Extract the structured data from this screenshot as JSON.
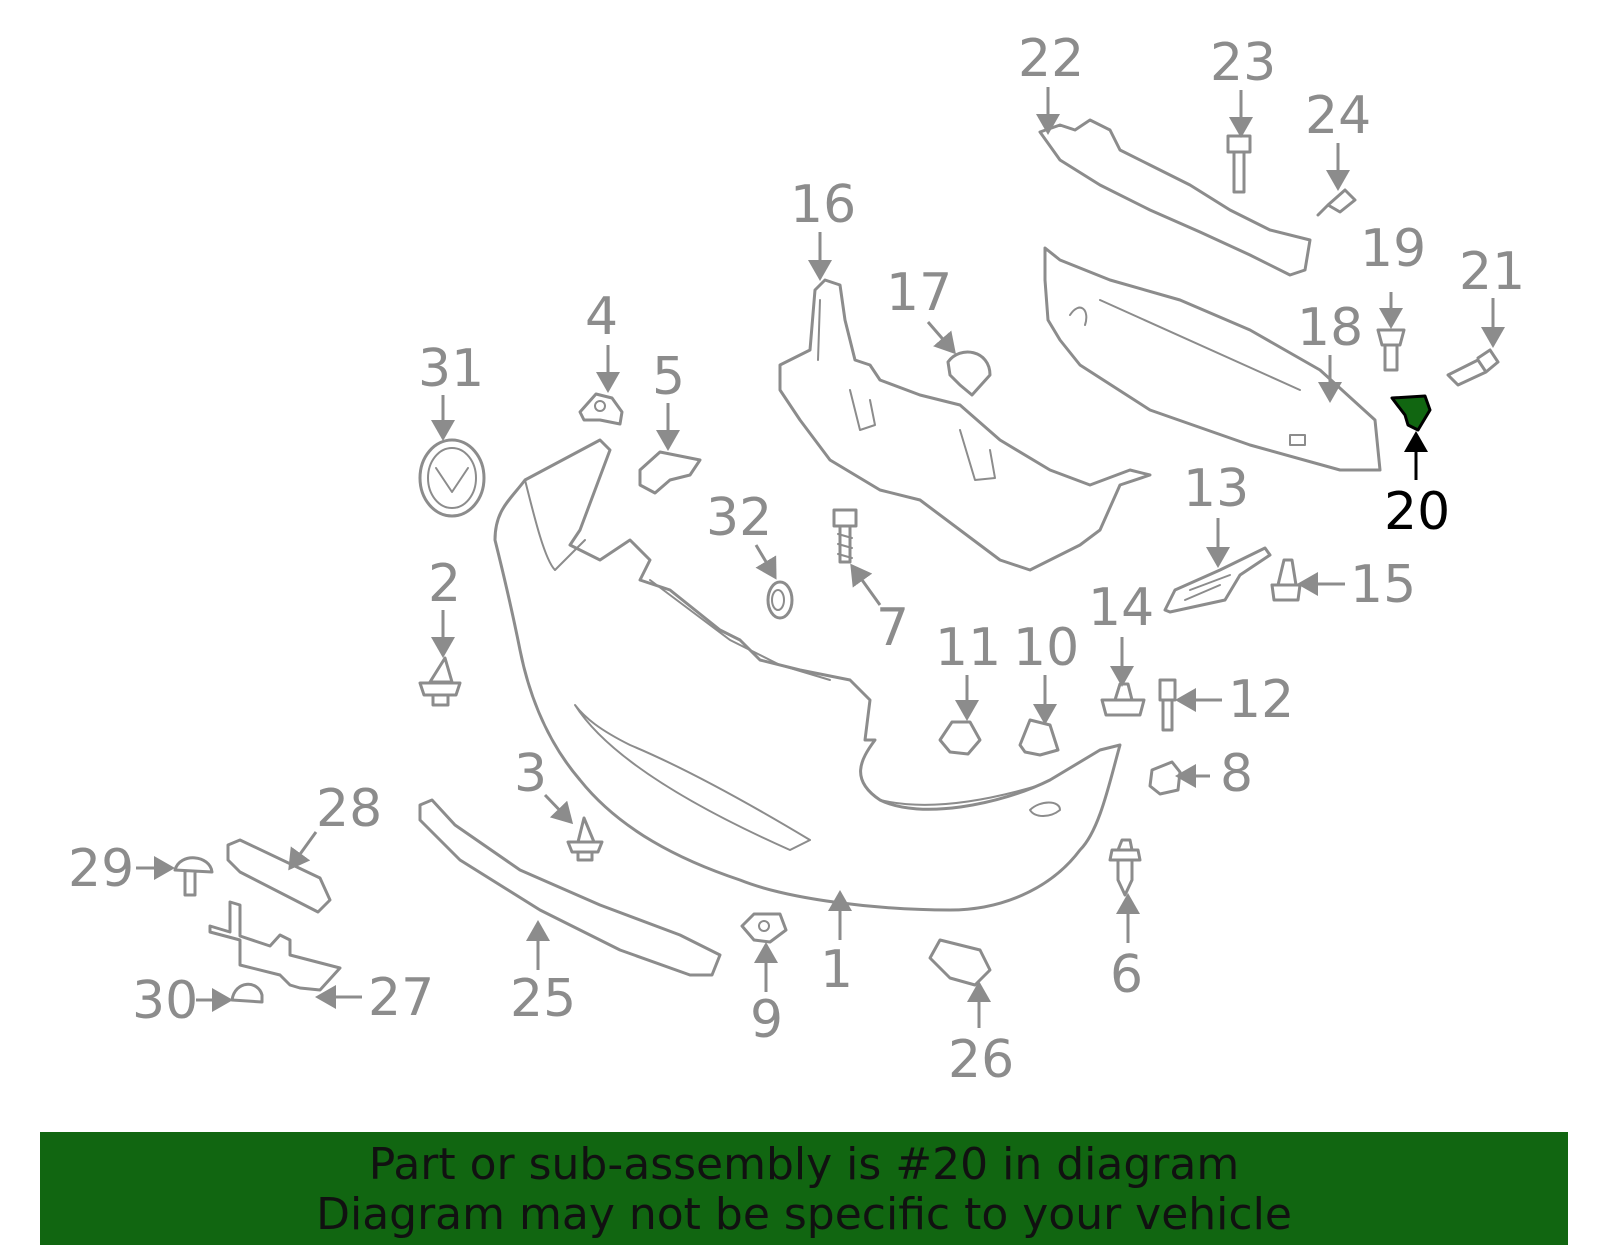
{
  "highlight_color": "#116611",
  "highlighted_callout": "20",
  "callouts": {
    "c1": "1",
    "c2": "2",
    "c3": "3",
    "c4": "4",
    "c5": "5",
    "c6": "6",
    "c7": "7",
    "c8": "8",
    "c9": "9",
    "c10": "10",
    "c11": "11",
    "c12": "12",
    "c13": "13",
    "c14": "14",
    "c15": "15",
    "c16": "16",
    "c17": "17",
    "c18": "18",
    "c19": "19",
    "c20": "20",
    "c21": "21",
    "c22": "22",
    "c23": "23",
    "c24": "24",
    "c25": "25",
    "c26": "26",
    "c27": "27",
    "c28": "28",
    "c29": "29",
    "c30": "30",
    "c31": "31",
    "c32": "32"
  },
  "banner": {
    "line1": "Part or sub-assembly is #20 in diagram",
    "line2": "Diagram may not be specific to your vehicle"
  }
}
